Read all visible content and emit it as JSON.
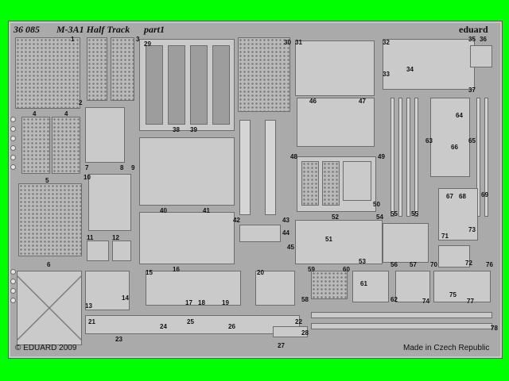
{
  "sheet": {
    "code": "36 085",
    "title": "M-3A1 Half Track",
    "part": "part1",
    "brand": "eduard",
    "copyright": "© EDUARD 2009",
    "made_in": "Made in Czech Republic"
  },
  "part_numbers": [
    "1",
    "2",
    "3",
    "4",
    "4",
    "5",
    "6",
    "7",
    "8",
    "9",
    "10",
    "11",
    "12",
    "13",
    "14",
    "15",
    "16",
    "17",
    "18",
    "19",
    "20",
    "21",
    "22",
    "23",
    "24",
    "25",
    "26",
    "27",
    "28",
    "29",
    "30",
    "31",
    "32",
    "33",
    "34",
    "35",
    "36",
    "37",
    "38",
    "39",
    "40",
    "41",
    "42",
    "43",
    "44",
    "45",
    "46",
    "47",
    "48",
    "49",
    "50",
    "51",
    "52",
    "53",
    "54",
    "55",
    "55",
    "56",
    "57",
    "58",
    "59",
    "60",
    "61",
    "62",
    "63",
    "64",
    "65",
    "66",
    "67",
    "68",
    "69",
    "70",
    "71",
    "72",
    "73",
    "74",
    "75",
    "76",
    "77",
    "78"
  ],
  "colors": {
    "background": "#00ff00",
    "fret": "#a9aaa9",
    "part": "#c9cac9"
  }
}
